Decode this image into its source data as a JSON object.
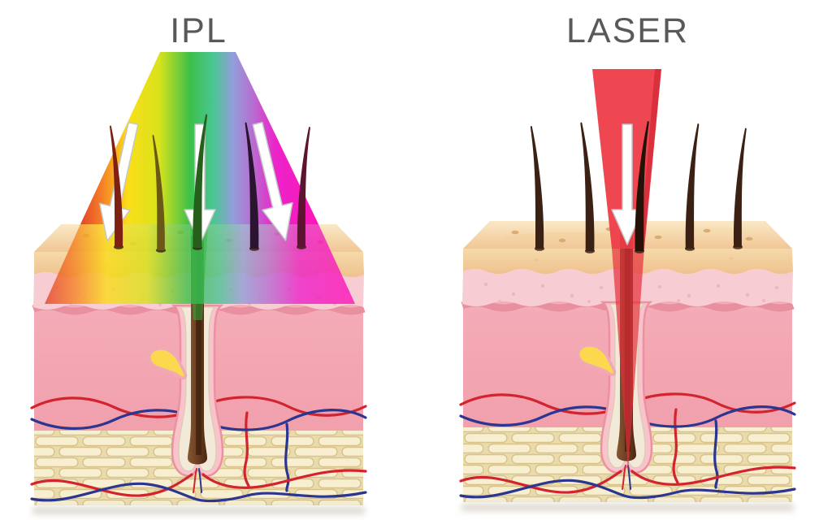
{
  "page": {
    "background": "#FFFFFF"
  },
  "panels": [
    {
      "id": "ipl",
      "title": "IPL",
      "beam_type": "broad-spectrum-pulsed-light-cone",
      "beam_gradient": [
        "#E43D24",
        "#F47C20",
        "#FBDC12",
        "#37BE45",
        "#44C490",
        "#B36CD0",
        "#EB1DC8",
        "#FD0EB6"
      ],
      "arrow_count": 3,
      "hair_count": 5
    },
    {
      "id": "laser",
      "title": "LASER",
      "beam_type": "focused-single-wavelength-beam",
      "beam_color": "#EE3B47",
      "arrow_count": 1,
      "hair_count": 5
    }
  ],
  "palette": {
    "title_text": "#58595B",
    "skin_surface_tan": "#F6D9AA",
    "epidermis_pink": "#F8CCD3",
    "dermis_pink": "#F2A5B0",
    "fat_layer_bg": "#EADBAC",
    "fat_cell": "#F7EFD0",
    "vessel_red": "#D2232E",
    "vessel_blue": "#2B3690",
    "hair_brown": "#4A2711",
    "follicle_sheath": "#F8C3CB",
    "sebaceous_gland": "#FBD84E",
    "arrow_fill": "#FFFFFF",
    "green_absorption": "#2FB83F"
  }
}
